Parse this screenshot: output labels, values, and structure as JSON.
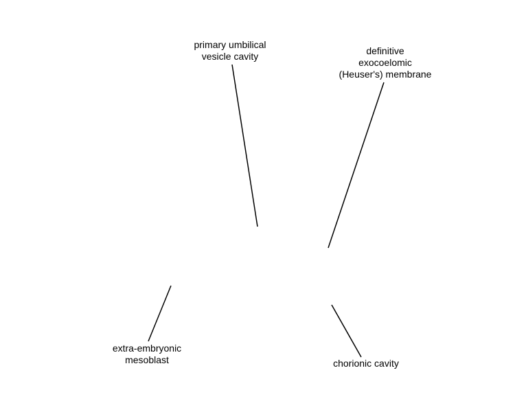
{
  "labels": {
    "primary_umbilical_vesicle_cavity": [
      "primary umbilical",
      "vesicle cavity"
    ],
    "heusers_membrane": [
      "definitive",
      "exocoelomic",
      "(Heuser's) membrane"
    ],
    "extra_embryonic_mesoblast": [
      "extra-embryonic",
      "mesoblast"
    ],
    "chorionic_cavity": [
      "chorionic cavity"
    ]
  },
  "colors": {
    "background": "#ffffff",
    "text": "#000000",
    "leader_line": "#000000"
  }
}
